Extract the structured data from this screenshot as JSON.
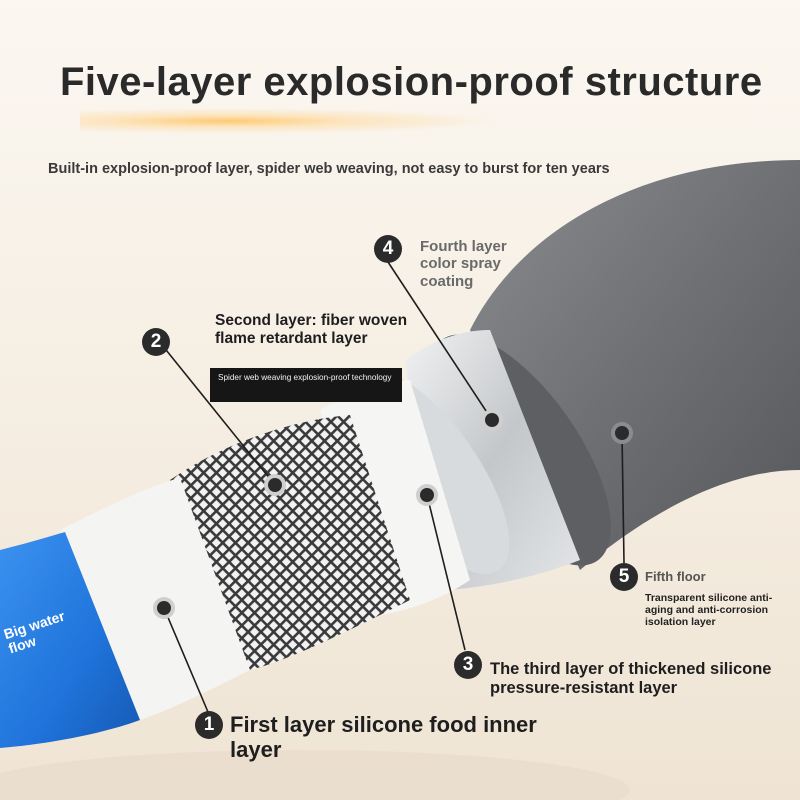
{
  "header": {
    "title": "Five-layer explosion-proof structure",
    "subtitle": "Built-in explosion-proof layer, spider web weaving, not easy to burst for ten years"
  },
  "layers": {
    "layer1": {
      "number": "1",
      "label": "First layer silicone food inner layer"
    },
    "layer2": {
      "number": "2",
      "label": "Second layer: fiber woven flame retardant layer",
      "tag": "Spider web weaving explosion-proof technology"
    },
    "layer3": {
      "number": "3",
      "label": "The third layer of thickened silicone pressure-resistant layer"
    },
    "layer4": {
      "number": "4",
      "label": "Fourth layer color spray coating"
    },
    "layer5": {
      "number": "5",
      "title": "Fifth floor",
      "label": "Transparent silicone anti-aging and anti-corrosion isolation layer"
    }
  },
  "hose_text": "Big water flow",
  "colors": {
    "inner_blue": "#1f78e0",
    "outer_gray": "#6b6d70",
    "silver": "#cfd2d5",
    "white_layer": "#f4f4f2",
    "marker": "#2b2b2b"
  },
  "icons": [
    "callout-dot-icon",
    "number-badge-icon"
  ]
}
